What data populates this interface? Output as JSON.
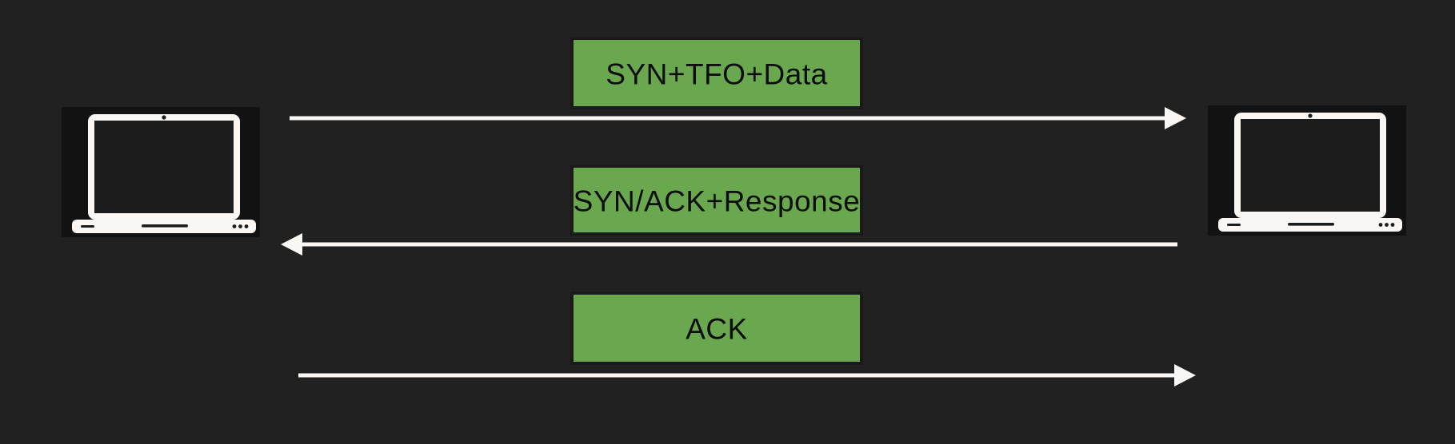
{
  "diagram_type": "sequence-diagram",
  "colors": {
    "background": "#212121",
    "box_fill": "#6aa84f",
    "box_border": "#1a1a1a",
    "box_text": "#0d0d0d",
    "arrow": "#f9f6f3",
    "laptop": "#f9f6f3",
    "laptop_tile": "#121212",
    "laptop_screen": "#1c1c1c",
    "laptop_detail": "#1c1c1c"
  },
  "nodes": {
    "left": {
      "name": "client-laptop",
      "icon": "laptop-icon"
    },
    "right": {
      "name": "server-laptop",
      "icon": "laptop-icon"
    }
  },
  "messages": [
    {
      "label": "SYN+TFO+Data",
      "direction": "left-to-right"
    },
    {
      "label": "SYN/ACK+Response",
      "direction": "right-to-left"
    },
    {
      "label": "ACK",
      "direction": "left-to-right"
    }
  ]
}
